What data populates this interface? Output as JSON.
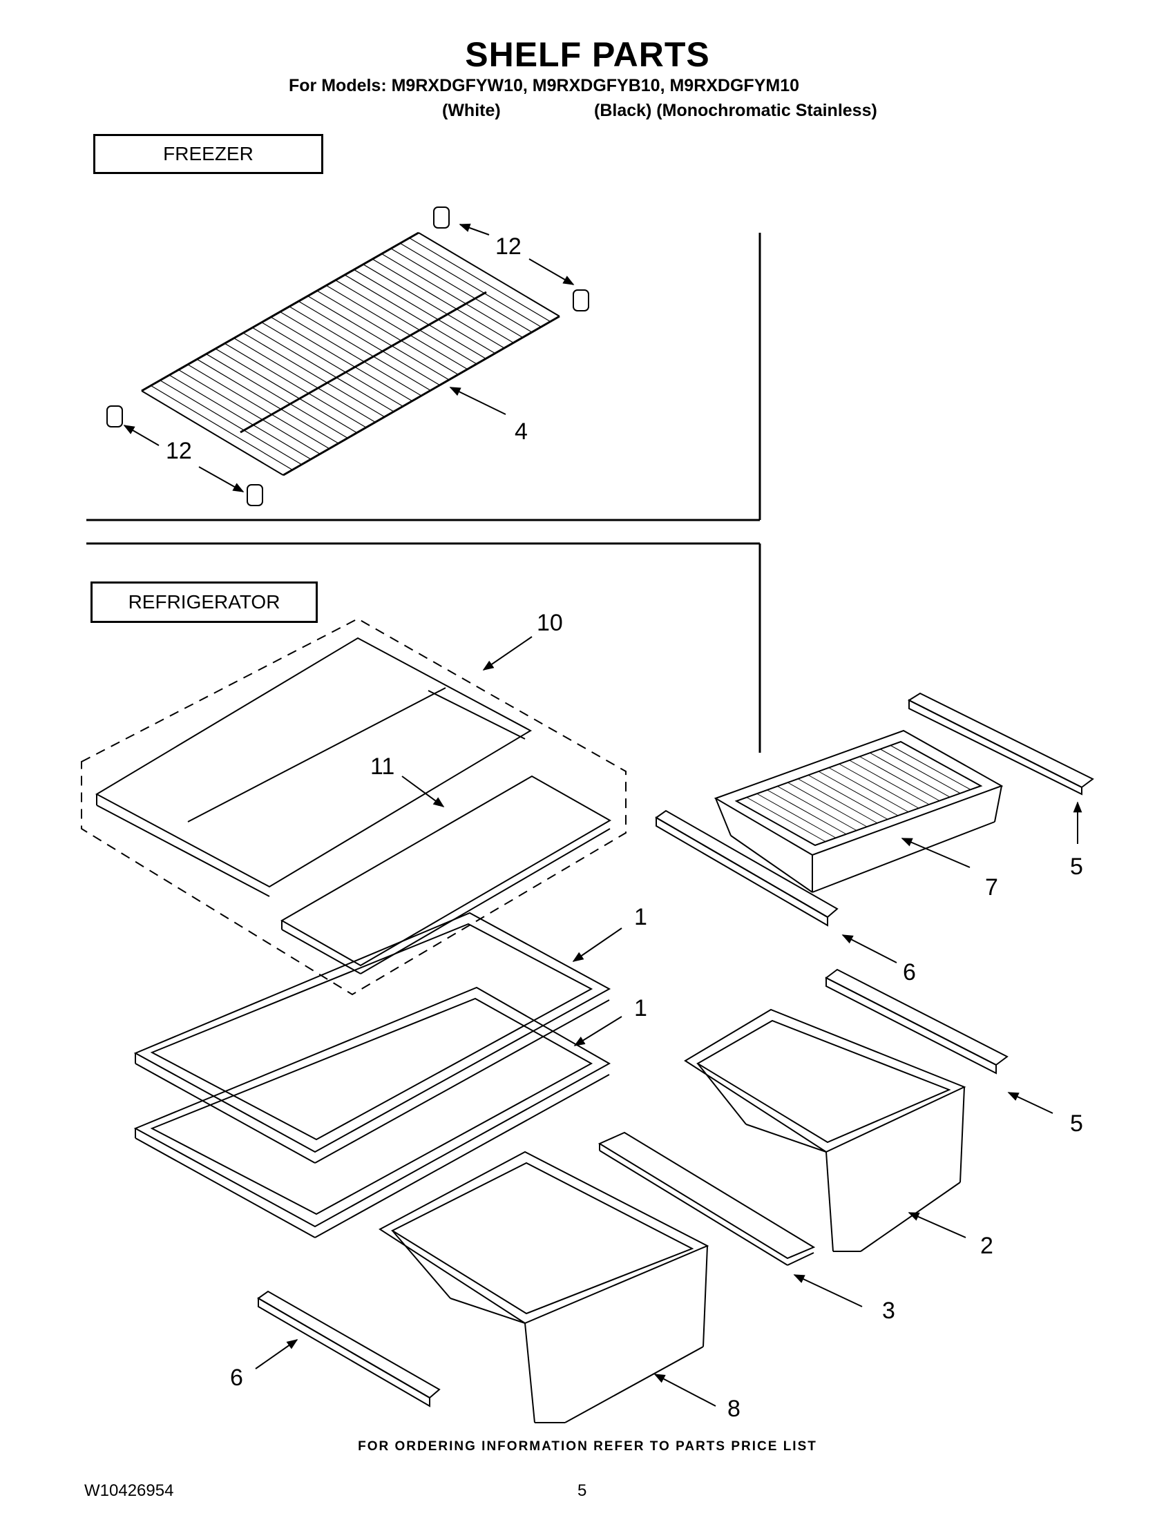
{
  "header": {
    "title": "SHELF PARTS",
    "models_line": "For Models: M9RXDGFYW10, M9RXDGFYB10, M9RXDGFYM10",
    "variant_white": "(White)",
    "variant_black_mono": "(Black) (Monochromatic Stainless)"
  },
  "sections": {
    "freezer": "FREEZER",
    "refrigerator": "REFRIGERATOR"
  },
  "callouts": {
    "c12_top": "12",
    "c12_bottom": "12",
    "c4": "4",
    "c10": "10",
    "c11": "11",
    "c1_upper": "1",
    "c1_lower": "1",
    "c7": "7",
    "c5_upper": "5",
    "c6_right": "6",
    "c5_lower": "5",
    "c2": "2",
    "c3": "3",
    "c6_left": "6",
    "c8": "8"
  },
  "footer": {
    "ordering_note": "FOR ORDERING INFORMATION REFER TO PARTS PRICE LIST",
    "document_number": "W10426954",
    "page_number": "5"
  }
}
